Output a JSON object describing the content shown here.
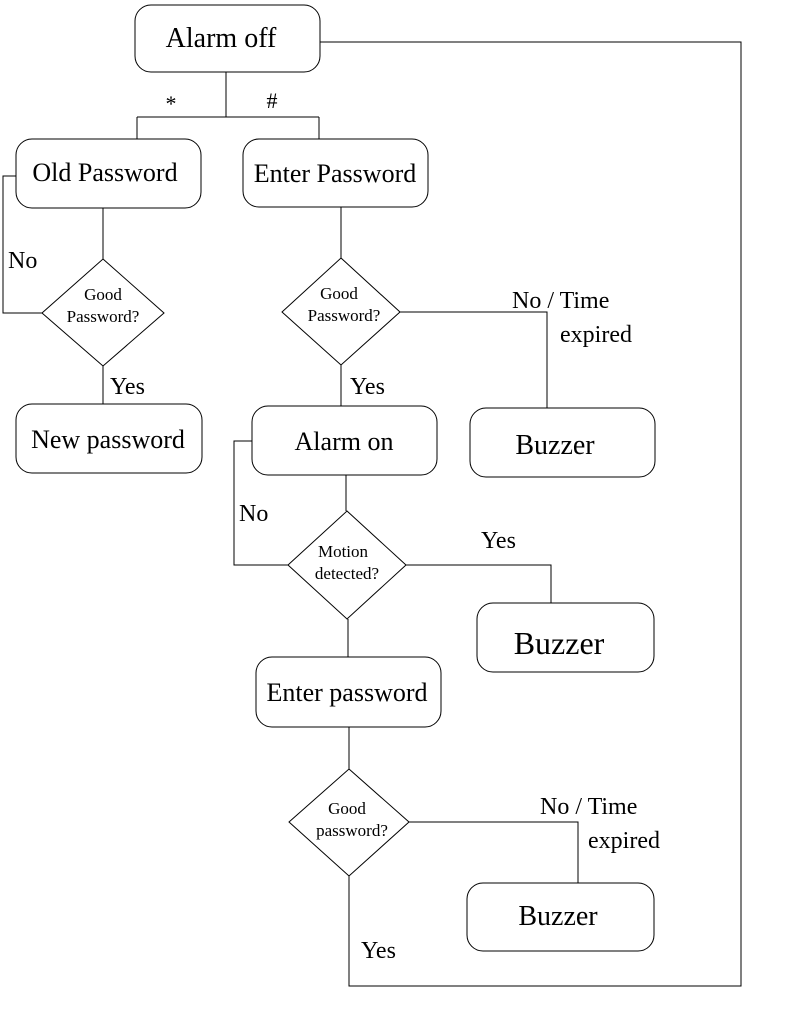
{
  "nodes": {
    "alarm_off": "Alarm off",
    "old_password": "Old Password",
    "enter_password_top": "Enter Password",
    "good_password_left": [
      "Good",
      "Password?"
    ],
    "good_password_mid": [
      "Good",
      "Password?"
    ],
    "new_password": "New password",
    "alarm_on": "Alarm on",
    "buzzer_1": "Buzzer",
    "motion_detected": [
      "Motion",
      "detected?"
    ],
    "buzzer_2": "Buzzer",
    "enter_password_bottom": "Enter password",
    "good_password_bottom": [
      "Good",
      "password?"
    ],
    "buzzer_3": "Buzzer"
  },
  "edge_labels": {
    "star": "*",
    "hash": "#",
    "no_left": "No",
    "yes_left": "Yes",
    "yes_mid": "Yes",
    "no_time_1": [
      "No / Time",
      "expired"
    ],
    "no_motion": "No",
    "yes_motion": "Yes",
    "no_time_2": [
      "No / Time",
      "expired"
    ],
    "yes_bottom": "Yes"
  }
}
